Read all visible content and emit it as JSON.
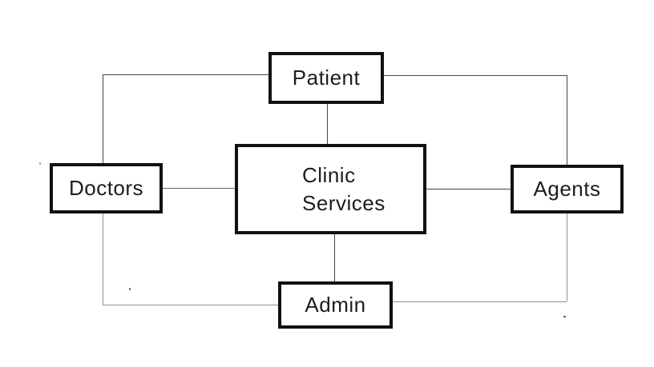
{
  "diagram": {
    "nodes": {
      "patient": {
        "label": "Patient"
      },
      "clinic": {
        "label_line1": "Clinic",
        "label_line2": "Services"
      },
      "doctors": {
        "label": "Doctors"
      },
      "agents": {
        "label": "Agents"
      },
      "admin": {
        "label": "Admin"
      }
    },
    "edges": [
      {
        "from": "Patient",
        "to": "Doctors"
      },
      {
        "from": "Patient",
        "to": "Agents"
      },
      {
        "from": "Patient",
        "to": "Clinic Services"
      },
      {
        "from": "Doctors",
        "to": "Clinic Services"
      },
      {
        "from": "Clinic Services",
        "to": "Agents"
      },
      {
        "from": "Clinic Services",
        "to": "Admin"
      },
      {
        "from": "Doctors",
        "to": "Admin"
      },
      {
        "from": "Agents",
        "to": "Admin"
      }
    ],
    "colors": {
      "background": "#ffffff",
      "box_border": "#111111",
      "text": "#1c1c24",
      "connector_dark": "#464646",
      "connector_medium": "#6a6a6a",
      "connector_gray": "#919191"
    }
  }
}
